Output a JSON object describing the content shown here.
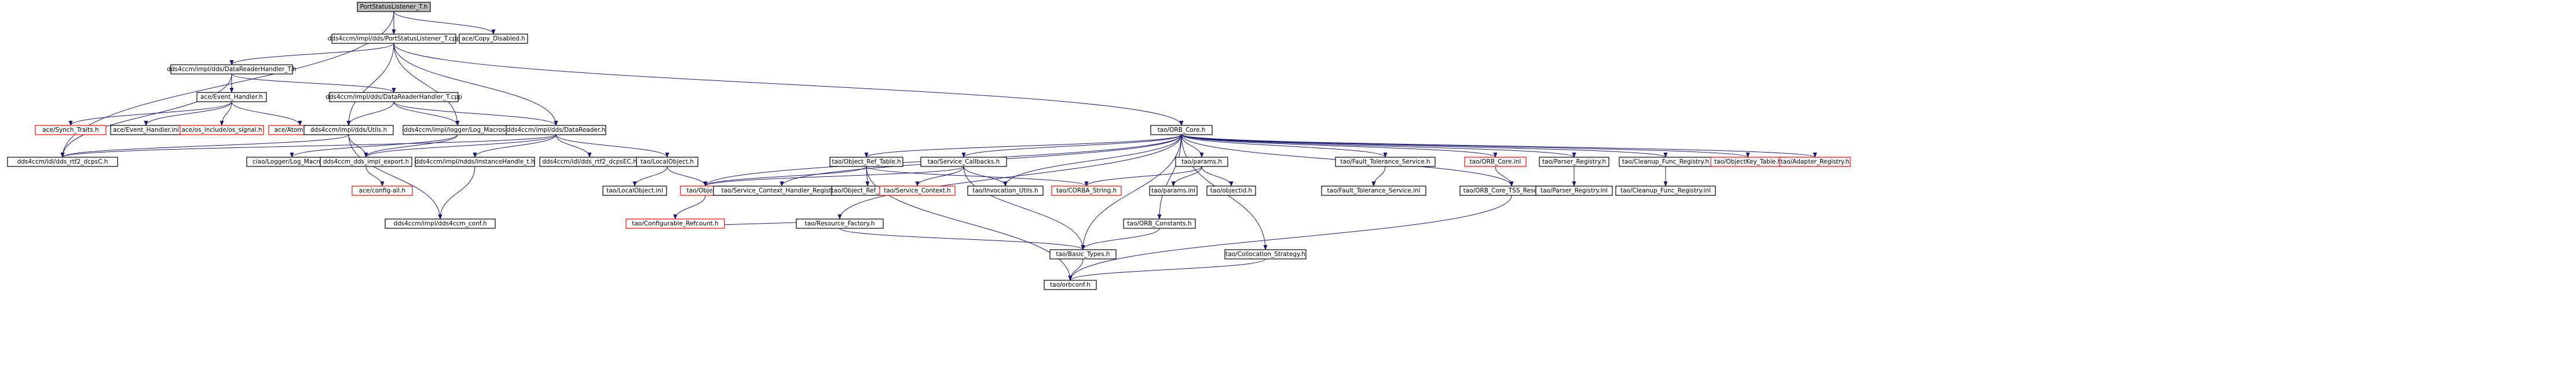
{
  "colors": {
    "edge": "#191970",
    "root_fill": "#bfbfbf",
    "node_fill": "#ffffff",
    "node_border": "#000000",
    "missing_border": "#ff0000",
    "text": "#000000"
  },
  "nodes": [
    {
      "id": "root",
      "label": "PortStatusListener_T.h",
      "kind": "root"
    },
    {
      "id": "pslcpp",
      "label": "dds4ccm/impl/dds/PortStatusListener_T.cpp",
      "kind": "normal"
    },
    {
      "id": "copydis",
      "label": "ace/Copy_Disabled.h",
      "kind": "normal"
    },
    {
      "id": "drht_h",
      "label": "dds4ccm/impl/dds/DataReaderHandler_T.h",
      "kind": "normal"
    },
    {
      "id": "evh",
      "label": "ace/Event_Handler.h",
      "kind": "normal"
    },
    {
      "id": "drht_cpp",
      "label": "dds4ccm/impl/dds/DataReaderHandler_T.cpp",
      "kind": "normal"
    },
    {
      "id": "synch",
      "label": "ace/Synch_Traits.h",
      "kind": "missing"
    },
    {
      "id": "evhinl",
      "label": "ace/Event_Handler.inl",
      "kind": "normal"
    },
    {
      "id": "ossig",
      "label": "ace/os_include/os_signal.h",
      "kind": "missing"
    },
    {
      "id": "atomic",
      "label": "ace/Atomic_Op.h",
      "kind": "missing"
    },
    {
      "id": "utils",
      "label": "dds4ccm/impl/dds/Utils.h",
      "kind": "normal"
    },
    {
      "id": "logmac",
      "label": "dds4ccm/impl/logger/Log_Macros.h",
      "kind": "normal"
    },
    {
      "id": "datareader",
      "label": "dds4ccm/impl/dds/DataReader.h",
      "kind": "normal"
    },
    {
      "id": "ndds",
      "label": "dds4ccm/idl/dds_rtf2_dcpsC.h",
      "kind": "normal"
    },
    {
      "id": "ciaolog",
      "label": "ciao/Logger/Log_Macros.h",
      "kind": "normal"
    },
    {
      "id": "implexp",
      "label": "dds4ccm_dds_impl_export.h",
      "kind": "normal"
    },
    {
      "id": "instance",
      "label": "dds4ccm/impl/ndds/InstanceHandle_t.h",
      "kind": "normal"
    },
    {
      "id": "ddsidl",
      "label": "dds4ccm/idl/dds_rtf2_dcpsEC.h",
      "kind": "normal"
    },
    {
      "id": "configall",
      "label": "ace/config-all.h",
      "kind": "missing"
    },
    {
      "id": "conf",
      "label": "dds4ccm/impl/dds4ccm_conf.h",
      "kind": "normal"
    },
    {
      "id": "orbcore",
      "label": "tao/ORB_Core.h",
      "kind": "normal"
    },
    {
      "id": "localobj",
      "label": "tao/LocalObject.h",
      "kind": "normal"
    },
    {
      "id": "localobjinl",
      "label": "tao/LocalObject.inl",
      "kind": "normal"
    },
    {
      "id": "object",
      "label": "tao/Object.h",
      "kind": "missing"
    },
    {
      "id": "configrefc",
      "label": "tao/Configurable_Refcount.h",
      "kind": "missing"
    },
    {
      "id": "svcctx",
      "label": "tao/Service_Context_Handler_Registry.h",
      "kind": "normal"
    },
    {
      "id": "objref",
      "label": "tao/Object_Ref_Table.h",
      "kind": "normal"
    },
    {
      "id": "objrefinl",
      "label": "tao/Object_Ref_Table.inl",
      "kind": "normal"
    },
    {
      "id": "svccb",
      "label": "tao/Service_Callbacks.h",
      "kind": "normal"
    },
    {
      "id": "resfac",
      "label": "tao/Resource_Factory.h",
      "kind": "normal"
    },
    {
      "id": "svccontext",
      "label": "tao/Service_Context.h",
      "kind": "missing"
    },
    {
      "id": "invutils",
      "label": "tao/Invocation_Utils.h",
      "kind": "normal"
    },
    {
      "id": "corbastr",
      "label": "tao/CORBA_String.h",
      "kind": "missing"
    },
    {
      "id": "params",
      "label": "tao/params.h",
      "kind": "normal"
    },
    {
      "id": "paramsinl",
      "label": "tao/params.inl",
      "kind": "normal"
    },
    {
      "id": "objectid",
      "label": "tao/objectid.h",
      "kind": "normal"
    },
    {
      "id": "orbconst",
      "label": "tao/ORB_Constants.h",
      "kind": "normal"
    },
    {
      "id": "basictypes",
      "label": "tao/Basic_Types.h",
      "kind": "normal"
    },
    {
      "id": "orbconf",
      "label": "tao/orbconf.h",
      "kind": "normal"
    },
    {
      "id": "ftsvc",
      "label": "tao/Fault_Tolerance_Service.h",
      "kind": "normal"
    },
    {
      "id": "ftsvcinl",
      "label": "tao/Fault_Tolerance_Service.inl",
      "kind": "normal"
    },
    {
      "id": "colloc",
      "label": "tao/Collocation_Strategy.h",
      "kind": "normal"
    },
    {
      "id": "orbcoreinl",
      "label": "tao/ORB_Core.inl",
      "kind": "missing"
    },
    {
      "id": "tssres",
      "label": "tao/ORB_Core_TSS_Resources.h",
      "kind": "normal"
    },
    {
      "id": "parser",
      "label": "tao/Parser_Registry.h",
      "kind": "normal"
    },
    {
      "id": "parserinl",
      "label": "tao/Parser_Registry.inl",
      "kind": "normal"
    },
    {
      "id": "cleanup",
      "label": "tao/Cleanup_Func_Registry.h",
      "kind": "normal"
    },
    {
      "id": "cleanupinl",
      "label": "tao/Cleanup_Func_Registry.inl",
      "kind": "normal"
    },
    {
      "id": "objkey",
      "label": "tao/ObjectKey_Table.h",
      "kind": "missing"
    },
    {
      "id": "adapter",
      "label": "tao/Adapter_Registry.h",
      "kind": "missing"
    }
  ],
  "edges": [
    [
      "root",
      "pslcpp"
    ],
    [
      "root",
      "copydis"
    ],
    [
      "root",
      "ndds"
    ],
    [
      "pslcpp",
      "drht_h"
    ],
    [
      "pslcpp",
      "utils"
    ],
    [
      "pslcpp",
      "logmac"
    ],
    [
      "pslcpp",
      "datareader"
    ],
    [
      "pslcpp",
      "orbcore"
    ],
    [
      "drht_h",
      "evh"
    ],
    [
      "drht_h",
      "drht_cpp"
    ],
    [
      "drht_h",
      "ndds"
    ],
    [
      "evh",
      "synch"
    ],
    [
      "evh",
      "evhinl"
    ],
    [
      "evh",
      "ossig"
    ],
    [
      "evh",
      "atomic"
    ],
    [
      "drht_cpp",
      "utils"
    ],
    [
      "drht_cpp",
      "logmac"
    ],
    [
      "drht_cpp",
      "datareader"
    ],
    [
      "utils",
      "ndds"
    ],
    [
      "utils",
      "implexp"
    ],
    [
      "utils",
      "conf"
    ],
    [
      "logmac",
      "ciaolog"
    ],
    [
      "logmac",
      "implexp"
    ],
    [
      "datareader",
      "ndds"
    ],
    [
      "datareader",
      "implexp"
    ],
    [
      "datareader",
      "instance"
    ],
    [
      "datareader",
      "ddsidl"
    ],
    [
      "datareader",
      "localobj"
    ],
    [
      "implexp",
      "configall"
    ],
    [
      "instance",
      "conf"
    ],
    [
      "localobj",
      "localobjinl"
    ],
    [
      "localobj",
      "object"
    ],
    [
      "object",
      "configrefc"
    ],
    [
      "orbcore",
      "svcctx"
    ],
    [
      "orbcore",
      "objref"
    ],
    [
      "orbcore",
      "svccb"
    ],
    [
      "orbcore",
      "resfac"
    ],
    [
      "orbcore",
      "invutils"
    ],
    [
      "orbcore",
      "params"
    ],
    [
      "orbcore",
      "orbconst"
    ],
    [
      "orbcore",
      "ftsvc"
    ],
    [
      "orbcore",
      "colloc"
    ],
    [
      "orbcore",
      "orbcoreinl"
    ],
    [
      "orbcore",
      "tssres"
    ],
    [
      "orbcore",
      "parser"
    ],
    [
      "orbcore",
      "cleanup"
    ],
    [
      "orbcore",
      "objkey"
    ],
    [
      "orbcore",
      "adapter"
    ],
    [
      "orbcore",
      "object"
    ],
    [
      "orbcore",
      "basictypes"
    ],
    [
      "objref",
      "objrefinl"
    ],
    [
      "objref",
      "object"
    ],
    [
      "objref",
      "corbastr"
    ],
    [
      "objref",
      "orbconf"
    ],
    [
      "svccb",
      "invutils"
    ],
    [
      "svccb",
      "basictypes"
    ],
    [
      "svccb",
      "svccontext"
    ],
    [
      "svccb",
      "object"
    ],
    [
      "resfac",
      "configrefc"
    ],
    [
      "resfac",
      "basictypes"
    ],
    [
      "params",
      "paramsinl"
    ],
    [
      "params",
      "objectid"
    ],
    [
      "params",
      "corbastr"
    ],
    [
      "orbconst",
      "basictypes"
    ],
    [
      "basictypes",
      "orbconf"
    ],
    [
      "ftsvc",
      "ftsvcinl"
    ],
    [
      "colloc",
      "orbconf"
    ],
    [
      "orbcoreinl",
      "tssres"
    ],
    [
      "tssres",
      "orbconf"
    ],
    [
      "parser",
      "parserinl"
    ],
    [
      "cleanup",
      "cleanupinl"
    ]
  ]
}
